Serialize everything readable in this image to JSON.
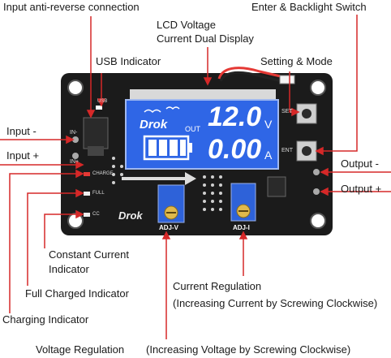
{
  "labels": {
    "input_anti_reverse": "Input anti-reverse connection",
    "enter_backlight": "Enter & Backlight Switch",
    "lcd_line1": "LCD Voltage",
    "lcd_line2": "Current Dual Display",
    "usb_indicator": "USB Indicator",
    "setting_mode": "Setting & Mode",
    "input_minus": "Input -",
    "input_plus": "Input +",
    "output_minus": "Output -",
    "output_plus": "Output +",
    "constant_current_1": "Constant Current",
    "constant_current_2": "Indicator",
    "full_charged": "Full Charged Indicator",
    "current_reg_1": "Current Regulation",
    "current_reg_2": "(Increasing Current by Screwing Clockwise)",
    "charging": "Charging Indicator",
    "voltage_reg": "Voltage Regulation",
    "voltage_reg_note": "(Increasing Voltage by Screwing Clockwise)"
  },
  "board": {
    "brand": "Drok",
    "lcd_voltage": "12.0",
    "lcd_voltage_unit": "V",
    "lcd_current": "0.00",
    "lcd_current_unit": "A",
    "lcd_out": "OUT",
    "pot_left_label": "ADJ-V",
    "pot_right_label": "ADJ-I",
    "btn_set": "SET",
    "btn_ent": "ENT",
    "silk_usb": "USB",
    "silk_full": "FULL",
    "silk_cc": "CC",
    "silk_charge": "CHARGE",
    "silk_in_minus": "IN-",
    "silk_in_plus": "IN+"
  },
  "colors": {
    "annotation": "#d62828",
    "pcb": "#1b1b1b",
    "lcd": "#2f66e6",
    "pot": "#2e62d9"
  }
}
